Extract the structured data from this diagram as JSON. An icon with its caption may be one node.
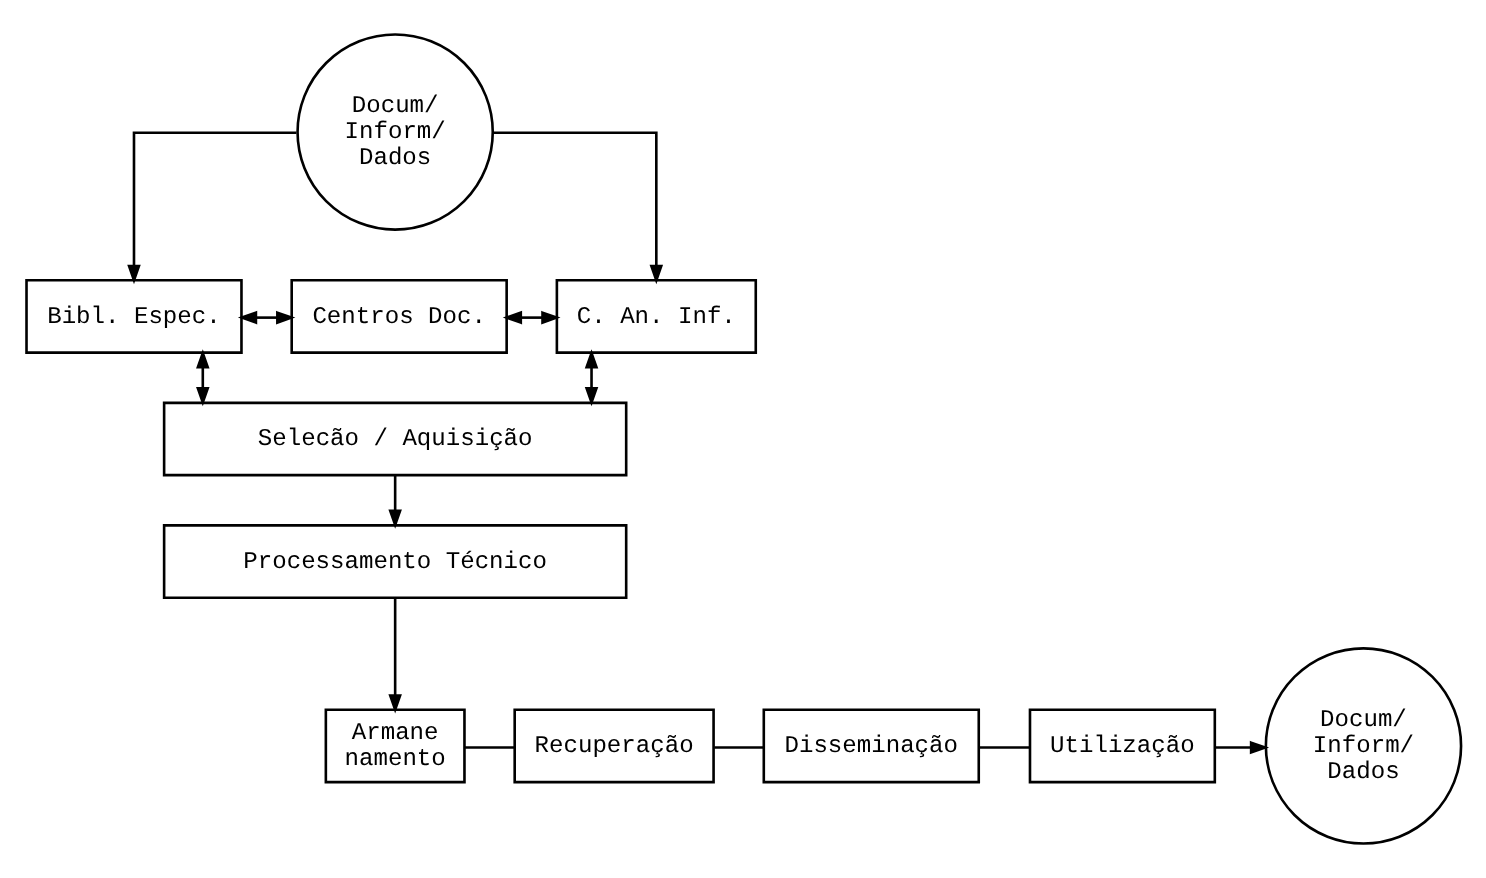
{
  "diagram": {
    "nodes": [
      {
        "text": [
          "Docum/ Inform/ Dados"
        ]
      },
      {
        "text": [
          "Bibl. Espec."
        ]
      },
      {
        "text": [
          "Centros Doc."
        ]
      },
      {
        "text": [
          "C. An. Inf."
        ]
      },
      {
        "text": [
          "Selecão / Aquisição"
        ]
      },
      {
        "text": [
          "Processamento Técnico"
        ]
      },
      {
        "text": [
          "Armane namento"
        ]
      },
      {
        "text": [
          "Recuperação"
        ]
      },
      {
        "text": [
          "Disseminação"
        ]
      },
      {
        "text": [
          "Utilização"
        ]
      },
      {
        "text": [
          "Docum/ Inform/ Dados"
        ]
      }
    ],
    "edges": [
      {
        "from": 0,
        "to": 1,
        "arrow": "to"
      },
      {
        "from": 0,
        "to": 3,
        "arrow": "to"
      },
      {
        "from": 1,
        "to": 2,
        "arrow": "both"
      },
      {
        "from": 2,
        "to": 3,
        "arrow": "both"
      },
      {
        "from": 1,
        "to": 4,
        "arrow": "both"
      },
      {
        "from": 3,
        "to": 4,
        "arrow": "both"
      },
      {
        "from": 4,
        "to": 5,
        "arrow": "to"
      },
      {
        "from": 5,
        "to": 6,
        "arrow": "to"
      },
      {
        "from": 6,
        "to": 7,
        "arrow": "none"
      },
      {
        "from": 7,
        "to": 8,
        "arrow": "none"
      },
      {
        "from": 8,
        "to": 9,
        "arrow": "none"
      },
      {
        "from": 9,
        "to": 10,
        "arrow": "to"
      }
    ]
  }
}
